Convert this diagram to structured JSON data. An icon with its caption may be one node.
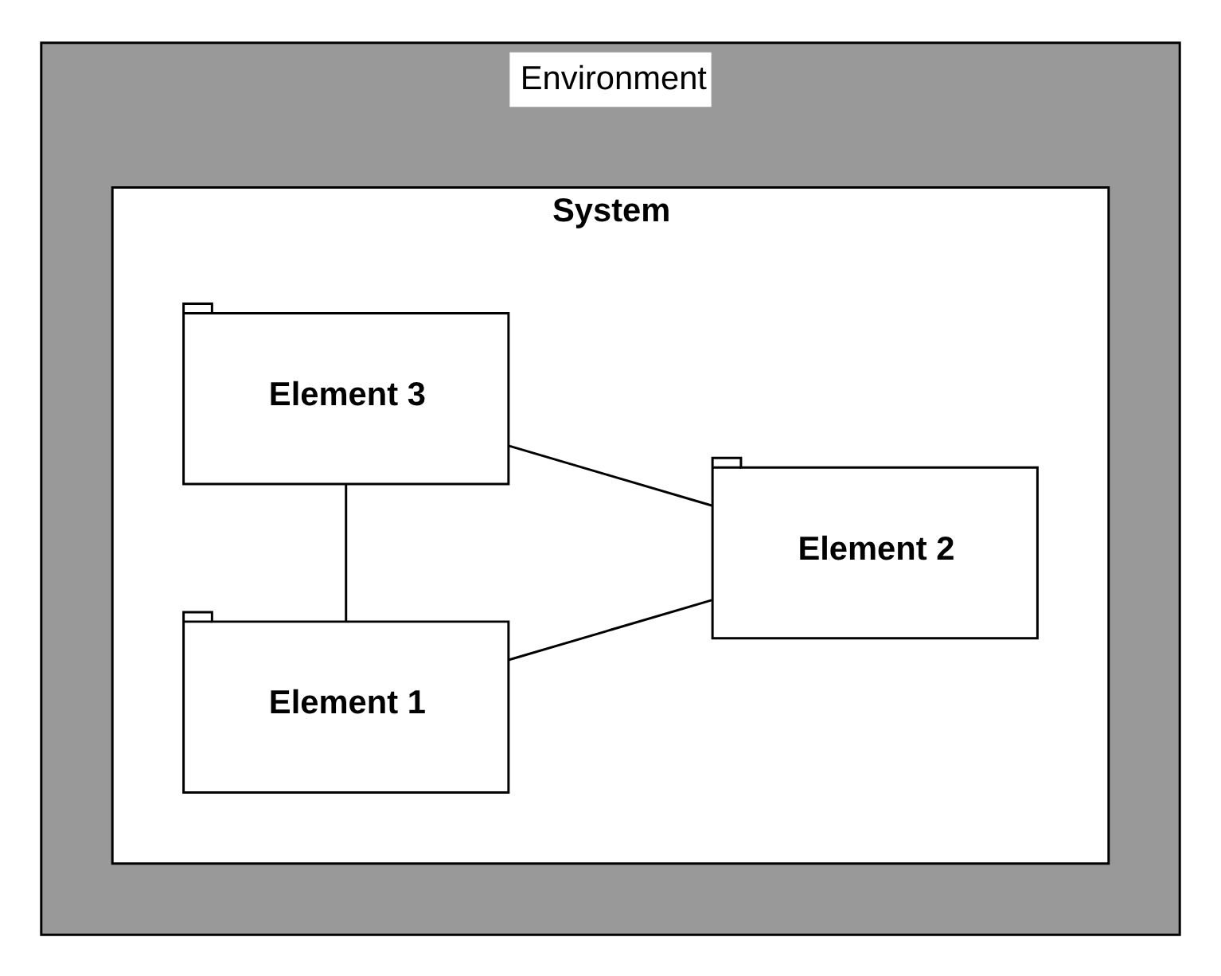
{
  "diagram": {
    "nodes": [
      {
        "text": [
          "Environment"
        ]
      },
      {
        "text": [
          "System"
        ],
        "in": 0
      },
      {
        "text": [
          "Element 1"
        ],
        "in": 1
      },
      {
        "text": [
          "Element 2"
        ],
        "in": 1
      },
      {
        "text": [
          "Element 3"
        ],
        "in": 1
      }
    ],
    "edges": [
      {
        "from": 2,
        "to": 3,
        "arrow": "none"
      },
      {
        "from": 4,
        "to": 3,
        "arrow": "none"
      },
      {
        "from": 2,
        "to": 4,
        "arrow": "none"
      }
    ]
  }
}
